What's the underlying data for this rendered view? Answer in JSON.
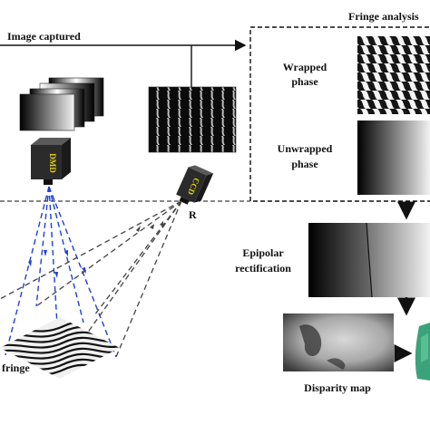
{
  "labels": {
    "image_captured": "Image captured",
    "fringe_analysis": "Fringe analysis",
    "wrapped_phase_line1": "Wrapped",
    "wrapped_phase_line2": "phase",
    "unwrapped_phase_line1": "Unwrapped",
    "unwrapped_phase_line2": "phase",
    "epipolar_line1": "Epipolar",
    "epipolar_line2": "rectification",
    "disparity_map": "Disparity map",
    "right_camera": "R",
    "projected_fringe": "fringe"
  },
  "device_labels": {
    "projector": "DMD",
    "camera": "CCD"
  },
  "colors": {
    "projector_rays": "#1f3fd6",
    "camera_rays": "#444444",
    "device_label": "#e8d400",
    "reconstruction": "#3aa37a"
  }
}
